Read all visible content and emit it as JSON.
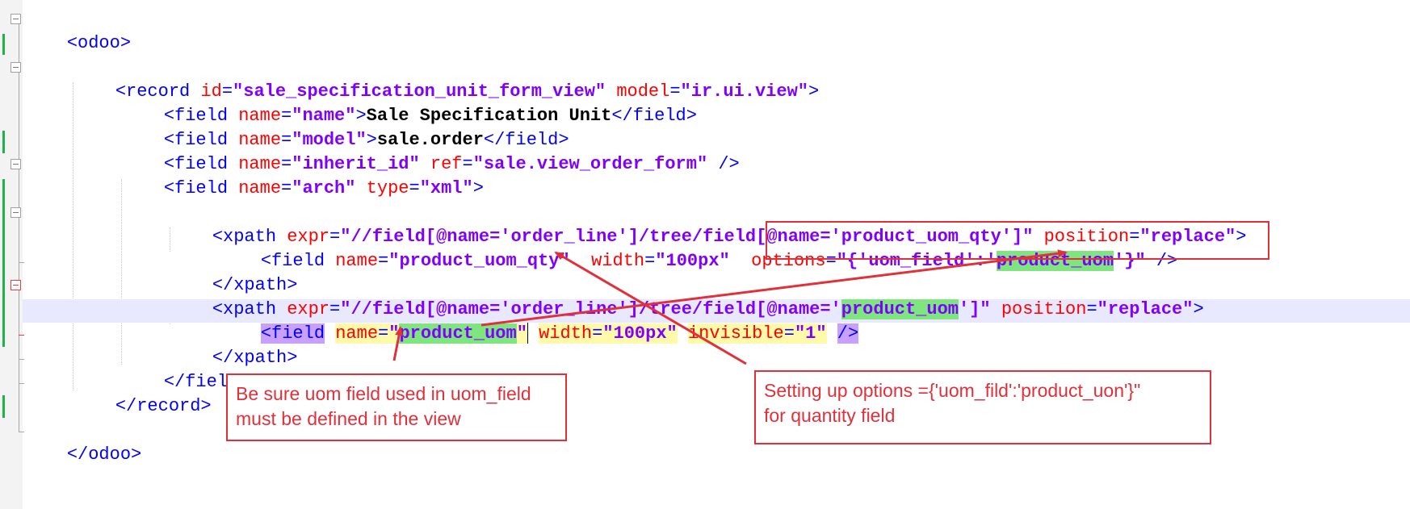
{
  "editor": {
    "lines": {
      "l1": {
        "open": "<odoo>"
      },
      "l3": {
        "open": "<record",
        "attr1": "id",
        "eq1": "=",
        "val1": "\"sale_specification_unit_form_view\"",
        "attr2": "model",
        "eq2": "=",
        "val2": "\"ir.ui.view\"",
        "close": ">"
      },
      "l4": {
        "open": "<field",
        "attr1": "name",
        "eq1": "=",
        "val1": "\"name\"",
        "close": ">",
        "text": "Sale Specification Unit",
        "end": "</field>"
      },
      "l5": {
        "open": "<field",
        "attr1": "name",
        "eq1": "=",
        "val1": "\"model\"",
        "close": ">",
        "text": "sale.order",
        "end": "</field>"
      },
      "l6": {
        "open": "<field",
        "attr1": "name",
        "eq1": "=",
        "val1": "\"inherit_id\"",
        "attr2": "ref",
        "eq2": "=",
        "val2": "\"sale.view_order_form\"",
        "close": "/>"
      },
      "l7": {
        "open": "<field",
        "attr1": "name",
        "eq1": "=",
        "val1": "\"arch\"",
        "attr2": "type",
        "eq2": "=",
        "val2": "\"xml\"",
        "close": ">"
      },
      "l9": {
        "open": "<xpath",
        "attr1": "expr",
        "eq1": "=",
        "val1": "\"//field[@name='order_line']/tree/field[@name='product_uom_qty']\"",
        "attr2": "position",
        "eq2": "=",
        "val2": "\"replace\"",
        "close": ">"
      },
      "l10": {
        "open": "<field",
        "attr1": "name",
        "eq1": "=",
        "val1": "\"product_uom_qty\"",
        "attr2": "width",
        "eq2": "=",
        "val2": "\"100px\"",
        "attr3": "options",
        "eq3": "=",
        "val3a": "\"{'uom_field':'",
        "val3b": "product_uom",
        "val3c": "'}\"",
        "close": "/>"
      },
      "l11": {
        "end": "</xpath>"
      },
      "l12": {
        "open": "<xpath",
        "attr1": "expr",
        "eq1": "=",
        "val1a": "\"//field[@name='order_line']/tree/field[@name='",
        "val1b": "product_uom",
        "val1c": "']\"",
        "attr2": "position",
        "eq2": "=",
        "val2": "\"replace\"",
        "close": ">"
      },
      "l13": {
        "open": "<field",
        "attr1": "name",
        "eq1": "=",
        "val1a": "\"",
        "val1b": "product_uom",
        "val1c": "\"",
        "attr2": "width",
        "eq2": "=",
        "val2": "\"100px\"",
        "attr3": "invisible",
        "eq3": "=",
        "val3": "\"1\"",
        "close": "/>"
      },
      "l14": {
        "end": "</xpath>"
      },
      "l15": {
        "end": "</field>"
      },
      "l16": {
        "end": "</record>"
      },
      "l18": {
        "end": "</odoo>"
      }
    }
  },
  "annotations": {
    "left_note": {
      "line1": "Be sure uom field used in uom_field",
      "line2": "must be defined in the view"
    },
    "right_note": {
      "line1": "Setting up options ={'uom_fild':'product_uon'}\"",
      "line2": "for quantity field"
    }
  },
  "colors": {
    "tag": "#0000ff",
    "attribute": "#ff0000",
    "value": "#8000ff",
    "annotation": "#e0303a",
    "change_marker": "#22b14c",
    "current_line": "#e8e8ff"
  }
}
